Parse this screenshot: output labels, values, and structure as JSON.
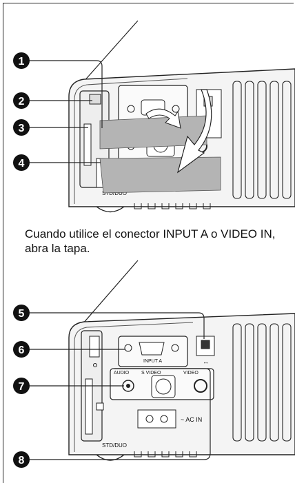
{
  "caption": "Cuando utilice el conector INPUT A o VIDEO IN, abra la tapa.",
  "callouts_top": [
    "1",
    "2",
    "3",
    "4"
  ],
  "callouts_bottom": [
    "5",
    "6",
    "7",
    "8"
  ],
  "labels": {
    "std_duo_top": "STD/DUO",
    "std_duo_bottom": "STD/DUO",
    "input_a": "INPUT A",
    "audio": "AUDIO",
    "s_video": "S VIDEO",
    "video": "VIDEO",
    "ac_in": "~ AC IN",
    "usb_symbol": "↔"
  }
}
